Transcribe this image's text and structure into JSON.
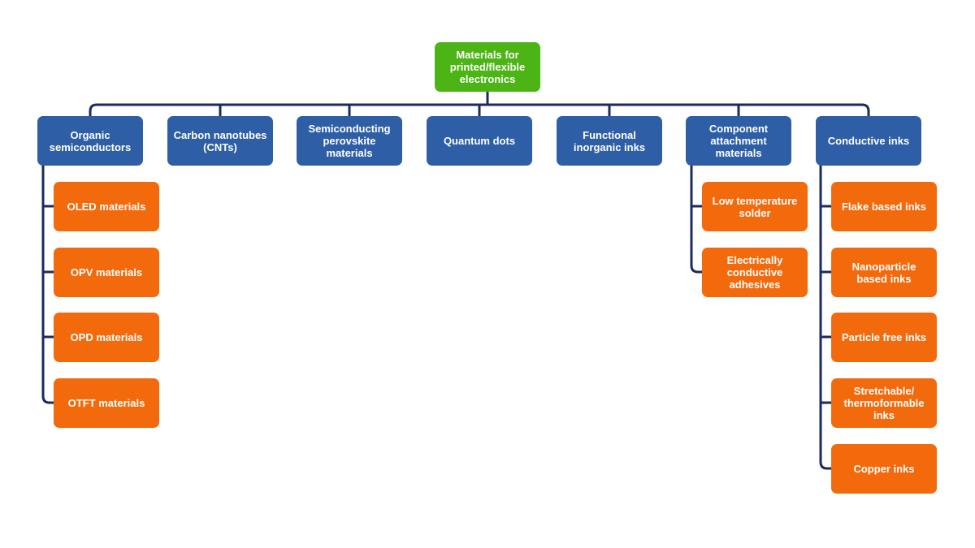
{
  "colors": {
    "root": "#4cb414",
    "category": "#2e5ea6",
    "item": "#f26a0c",
    "connector": "#1c2a5e"
  },
  "root": {
    "label": "Materials for printed/flexible electronics"
  },
  "categories": [
    {
      "label": "Organic semiconductors",
      "children": [
        "OLED materials",
        "OPV materials",
        "OPD materials",
        "OTFT materials"
      ]
    },
    {
      "label": "Carbon nanotubes (CNTs)",
      "children": []
    },
    {
      "label": "Semiconducting perovskite materials",
      "children": []
    },
    {
      "label": "Quantum dots",
      "children": []
    },
    {
      "label": "Functional inorganic inks",
      "children": []
    },
    {
      "label": "Component attachment materials",
      "children": [
        "Low temperature solder",
        "Electrically conductive adhesives"
      ]
    },
    {
      "label": "Conductive inks",
      "children": [
        "Flake based inks",
        "Nanoparticle based inks",
        "Particle free inks",
        "Stretchable/ thermoformable inks",
        "Copper inks"
      ]
    }
  ]
}
